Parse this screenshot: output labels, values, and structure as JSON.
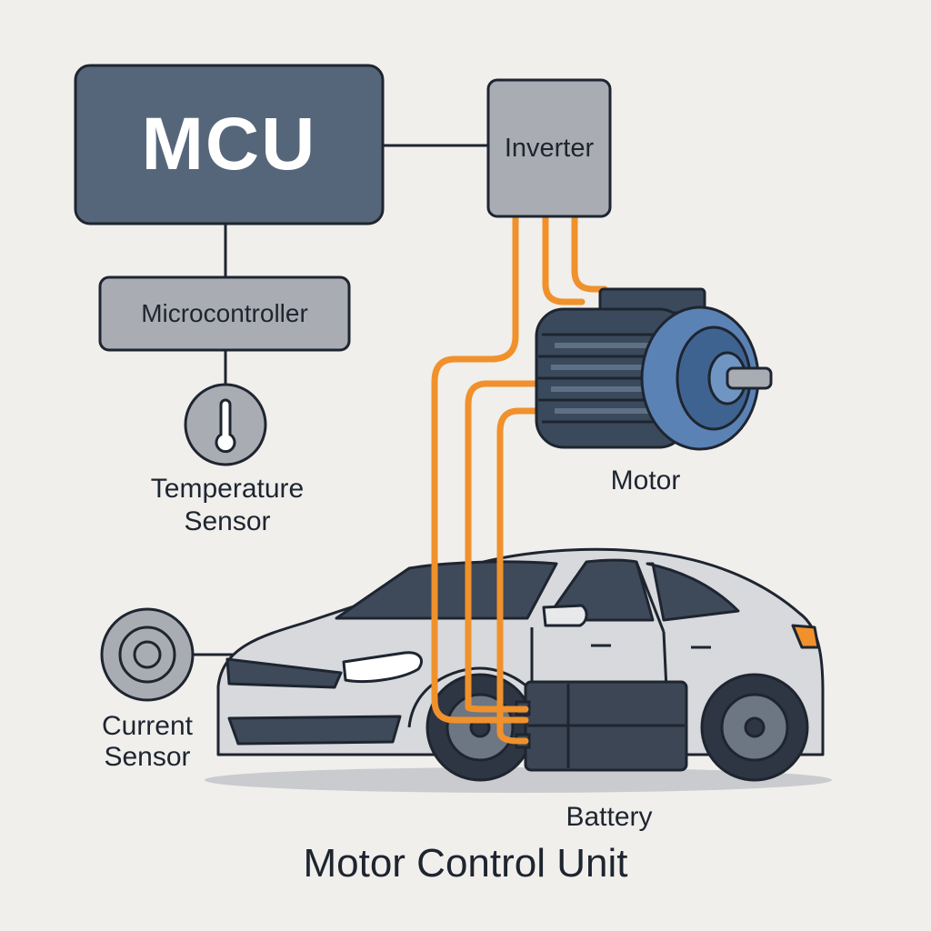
{
  "labels": {
    "mcu": "MCU",
    "inverter": "Inverter",
    "microcontroller": "Microcontroller",
    "temperature_sensor": "Temperature\nSensor",
    "motor": "Motor",
    "current_sensor": "Current\nSensor",
    "battery": "Battery",
    "title": "Motor Control Unit"
  },
  "icons": {
    "temperature_sensor": "thermometer-icon",
    "current_sensor": "concentric-circles-icon",
    "motor": "electric-motor-icon",
    "battery": "battery-pack-icon",
    "car": "car-illustration"
  },
  "colors": {
    "background": "#f0efec",
    "mcu_fill": "#56667a",
    "box_fill": "#a9adb3",
    "outline": "#1e2530",
    "cable": "#f0912c",
    "motor_blue": "#5a82b4",
    "motor_dark": "#3a4a5c",
    "car_body": "#d7d9dc",
    "battery_fill": "#3c4654"
  }
}
